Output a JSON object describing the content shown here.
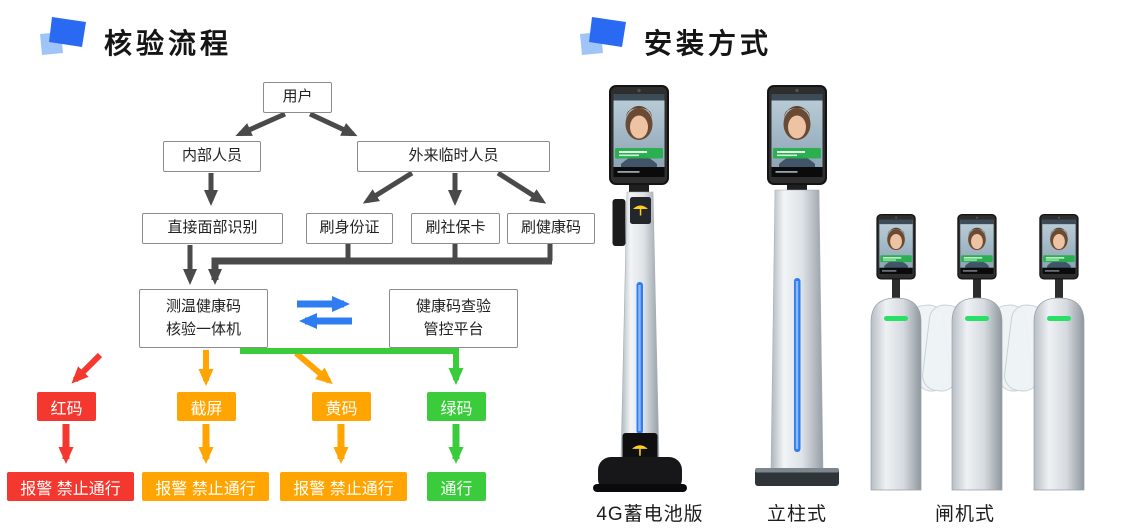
{
  "verification": {
    "title": "核验流程",
    "nodes": {
      "user": "用户",
      "internal": "内部人员",
      "external": "外来临时人员",
      "face_recognition": "直接面部识别",
      "id_card": "刷身份证",
      "social_security_card": "刷社保卡",
      "health_code": "刷健康码",
      "machine_line1": "测温健康码",
      "machine_line2": "核验一体机",
      "platform_line1": "健康码查验",
      "platform_line2": "管控平台"
    },
    "outcomes": [
      {
        "code": "红码",
        "result": "报警 禁止通行",
        "color": "#f4382f"
      },
      {
        "code": "截屏",
        "result": "报警 禁止通行",
        "color": "#ffa400"
      },
      {
        "code": "黄码",
        "result": "报警 禁止通行",
        "color": "#ffa400"
      },
      {
        "code": "绿码",
        "result": "通行",
        "color": "#3bcc3b"
      }
    ]
  },
  "installation": {
    "title": "安装方式",
    "products": [
      {
        "label": "4G蓄电池版"
      },
      {
        "label": "立柱式"
      },
      {
        "label": "闸机式"
      }
    ]
  },
  "icons": {
    "section_marker": "overlapping-squares-icon"
  },
  "colors": {
    "red": "#f4382f",
    "orange": "#ffa400",
    "green": "#3bcc3b",
    "blue_arrow": "#2e7df2",
    "dark_arrow": "#4a4a4a",
    "icon_blue": "#2a6af2",
    "icon_light_blue": "#9fc5f8",
    "led_strip": "#2e7df2"
  }
}
